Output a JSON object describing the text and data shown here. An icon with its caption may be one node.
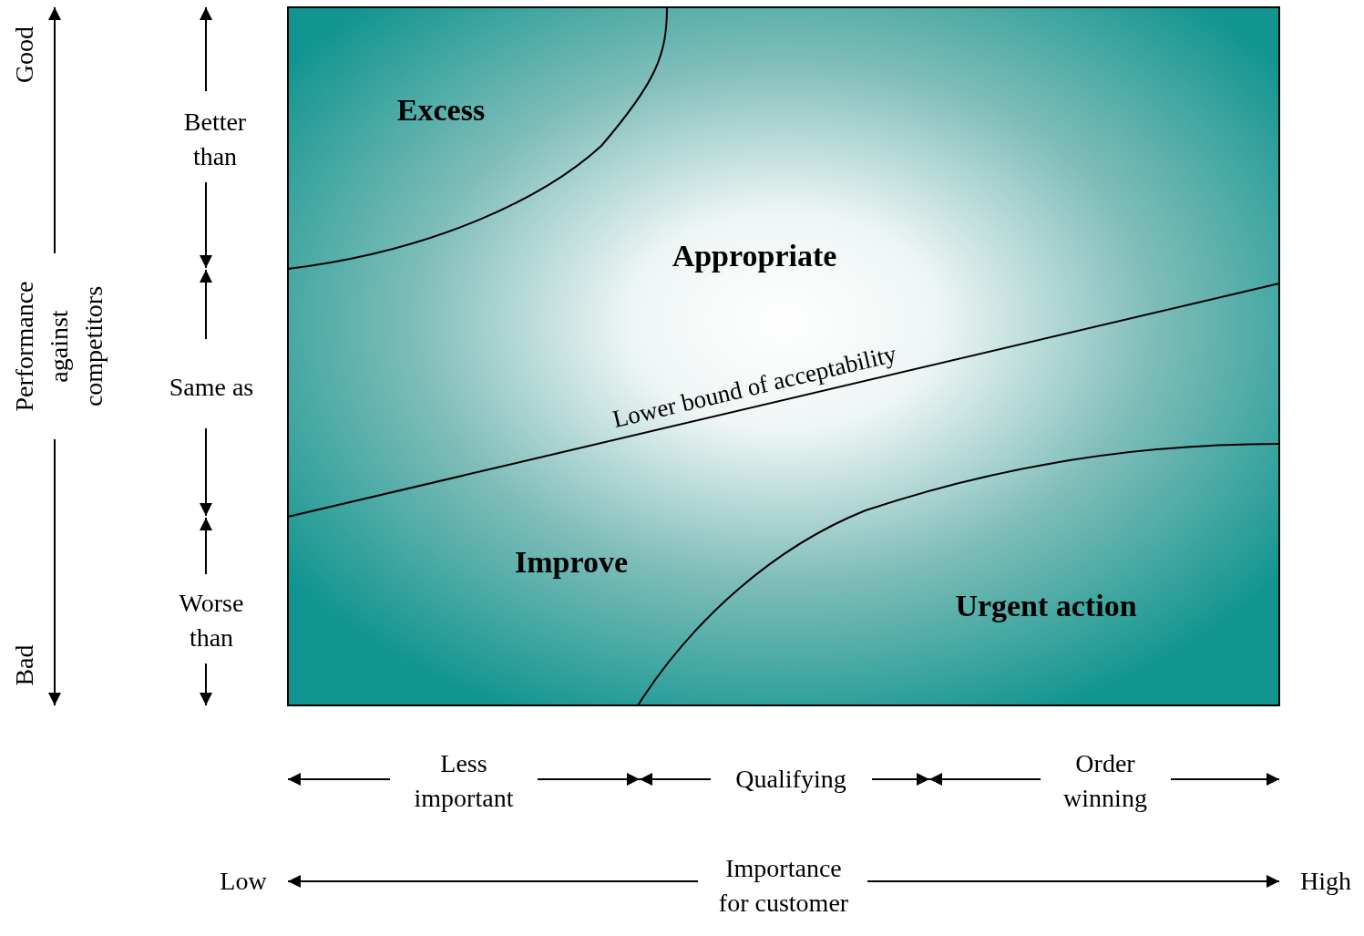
{
  "diagram": {
    "labels": [
      "Good",
      "Better than",
      "Excess",
      "Appropriate",
      "Performance against competitors",
      "Same as",
      "Lower bound of acceptability",
      "Improve",
      "Urgent action",
      "Worse than",
      "Bad",
      "Less important",
      "Qualifying",
      "Order winning",
      "Low",
      "Importance for customer",
      "High"
    ]
  }
}
